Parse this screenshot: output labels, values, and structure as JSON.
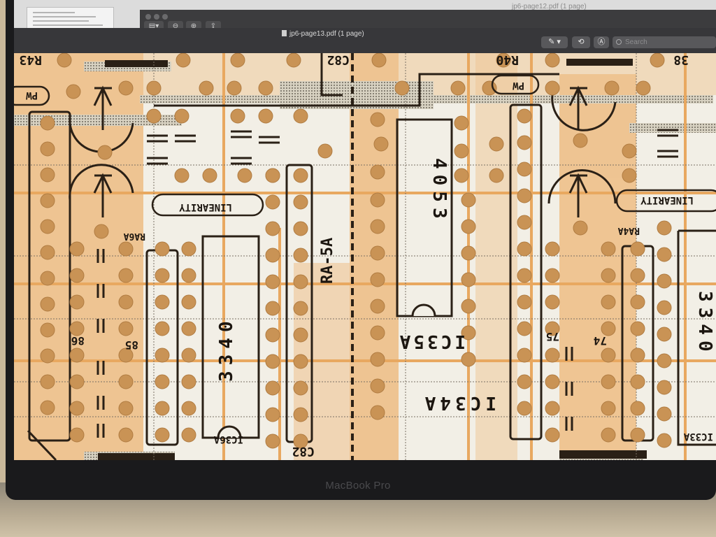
{
  "background_window": {
    "title": "jp6-page12.pdf (1 page)"
  },
  "window": {
    "title": "jp6-page13.pdf (1 page)",
    "toolbar": {
      "search_placeholder": "Search"
    }
  },
  "schematic": {
    "labels": {
      "r43": "R43",
      "c82_top": "C82",
      "r40": "R40",
      "r38": "38",
      "pw_left": "PW",
      "pw_right": "PW",
      "linearity_left": "LINEARITY",
      "linearity_right": "LINEARITY",
      "ra6a": "RA6A",
      "ra4a": "RA4A",
      "ra5a": "RA-5A",
      "ic_4053": "4053",
      "ic35a": "IC35A",
      "ic34a": "IC34A",
      "ic_3340_left": "3340",
      "ic36a": "IC36A",
      "c82_bottom": "C82",
      "ic_3340_right": "3340",
      "ic33a": "IC33A",
      "n86": "86",
      "n85": "85",
      "n75": "75",
      "n74": "74"
    }
  },
  "device": {
    "brand": "MacBook Pro"
  },
  "colors": {
    "copper": "#e8b070",
    "pad": "#c99355",
    "trace": "#2a2016",
    "paper": "#f2efe6"
  }
}
